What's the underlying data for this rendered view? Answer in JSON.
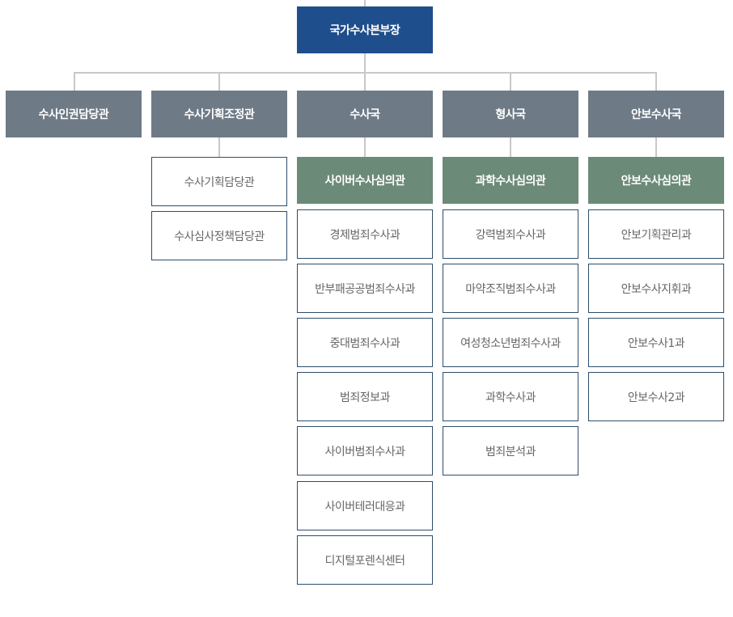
{
  "top": "국가수사본부장",
  "heads": [
    "수사인권담당관",
    "수사기획조정관",
    "수사국",
    "형사국",
    "안보수사국"
  ],
  "planning_units": [
    "수사기획담당관",
    "수사심사정책담당관"
  ],
  "investigation": {
    "sub": "사이버수사심의관",
    "units": [
      "경제범죄수사과",
      "반부패공공범죄수사과",
      "중대범죄수사과",
      "범죄정보과",
      "사이버범죄수사과",
      "사이버테러대응과",
      "디지털포렌식센터"
    ]
  },
  "criminal": {
    "sub": "과학수사심의관",
    "units": [
      "강력범죄수사과",
      "마약조직범죄수사과",
      "여성청소년범죄수사과",
      "과학수사과",
      "범죄분석과"
    ]
  },
  "security": {
    "sub": "안보수사심의관",
    "units": [
      "안보기획관리과",
      "안보수사지휘과",
      "안보수사1과",
      "안보수사2과"
    ]
  },
  "colors": {
    "top": "#1f4e8c",
    "head": "#6e7a86",
    "sub": "#6c8a78",
    "border": "#2e4d6b",
    "line": "#c8c8c8"
  }
}
